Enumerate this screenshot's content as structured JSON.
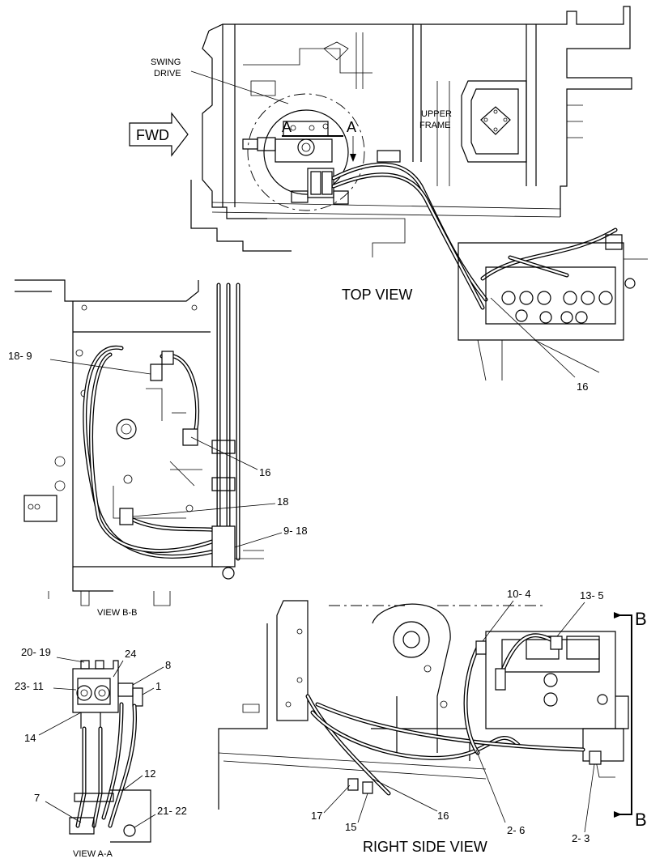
{
  "labels": {
    "swing_drive_line1": "SWING",
    "swing_drive_line2": "DRIVE",
    "upper_frame_line1": "UPPER",
    "upper_frame_line2": "FRAME",
    "fwd": "FWD",
    "section_a_left": "A",
    "section_a_right": "A",
    "section_b_top": "B",
    "section_b_bottom": "B",
    "top_view": "TOP  VIEW",
    "view_bb": "VIEW B-B",
    "view_aa": "VIEW A-A",
    "right_side_view": "RIGHT SIDE VIEW"
  },
  "callouts": {
    "top_16": "16",
    "bb_18_9": "18- 9",
    "bb_16": "16",
    "bb_18": "18",
    "bb_9_18": "9- 18",
    "aa_20_19": "20- 19",
    "aa_24": "24",
    "aa_8": "8",
    "aa_23_11": "23- 11",
    "aa_1": "1",
    "aa_14": "14",
    "aa_12": "12",
    "aa_7": "7",
    "aa_21_22": "21- 22",
    "rs_10_4": "10- 4",
    "rs_13_5": "13- 5",
    "rs_17": "17",
    "rs_15": "15",
    "rs_16": "16",
    "rs_2_6": "2- 6",
    "rs_2_3": "2- 3"
  }
}
